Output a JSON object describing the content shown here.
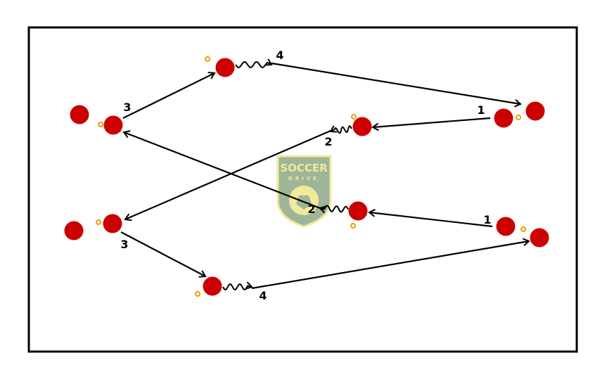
{
  "title": "Soccer passing drill diagram",
  "logo": {
    "line1": "SOCCER",
    "line2": "DRIVE",
    "colors": {
      "fill": "#8fa987",
      "outline": "#eee78a"
    }
  },
  "colors": {
    "player": "#cc0000",
    "ball": "#f39c00",
    "line": "#000000",
    "field": "#ffffff"
  },
  "pass_labels": [
    "3",
    "4",
    "1",
    "2",
    "2",
    "1",
    "3",
    "4"
  ]
}
